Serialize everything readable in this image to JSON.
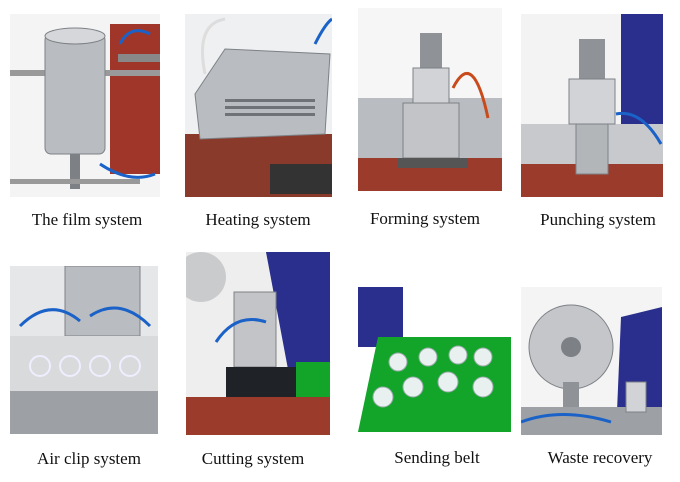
{
  "panels": [
    {
      "id": "film",
      "caption": "The film system"
    },
    {
      "id": "heating",
      "caption": "Heating system"
    },
    {
      "id": "forming",
      "caption": "Forming system"
    },
    {
      "id": "punching",
      "caption": "Punching system"
    },
    {
      "id": "airclip",
      "caption": "Air clip system"
    },
    {
      "id": "cutting",
      "caption": "Cutting system"
    },
    {
      "id": "belt",
      "caption": "Sending belt"
    },
    {
      "id": "waste",
      "caption": "Waste recovery"
    }
  ],
  "colors": {
    "steel": "#b9bcc0",
    "steel_dark": "#7d8186",
    "machine_red": "#a0362a",
    "hose_blue": "#1a62c8",
    "belt_green": "#12a52a",
    "frame_blue": "#2a2e8c"
  }
}
